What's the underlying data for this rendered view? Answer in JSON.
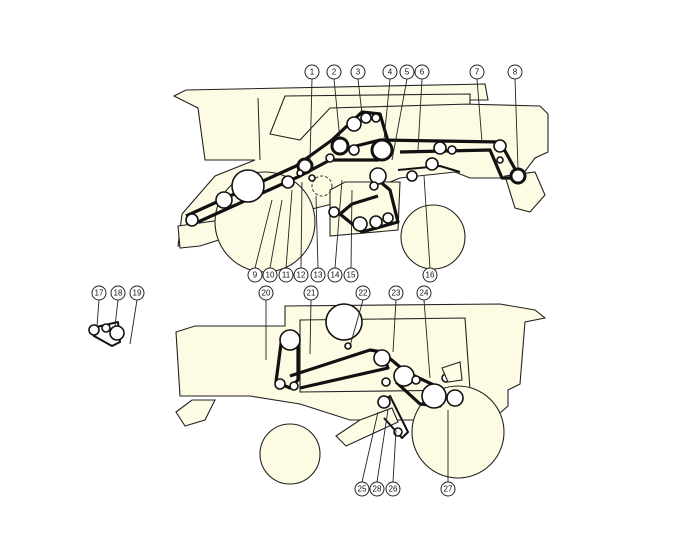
{
  "callouts": {
    "c1": "1",
    "c2": "2",
    "c3": "3",
    "c4": "4",
    "c5": "5",
    "c6": "6",
    "c7": "7",
    "c8": "8",
    "c9": "9",
    "c10": "10",
    "c11": "11",
    "c12": "12",
    "c13": "13",
    "c14": "14",
    "c15": "15",
    "c16": "16",
    "c17": "17",
    "c18": "18",
    "c19": "19",
    "c20": "20",
    "c21": "21",
    "c22": "22",
    "c23": "23",
    "c24": "24",
    "c25": "25",
    "c26": "26",
    "c27": "27",
    "c28": "28"
  },
  "colors": {
    "machine_fill": "#fdfbe3",
    "line": "#111111",
    "background": "#ffffff"
  }
}
